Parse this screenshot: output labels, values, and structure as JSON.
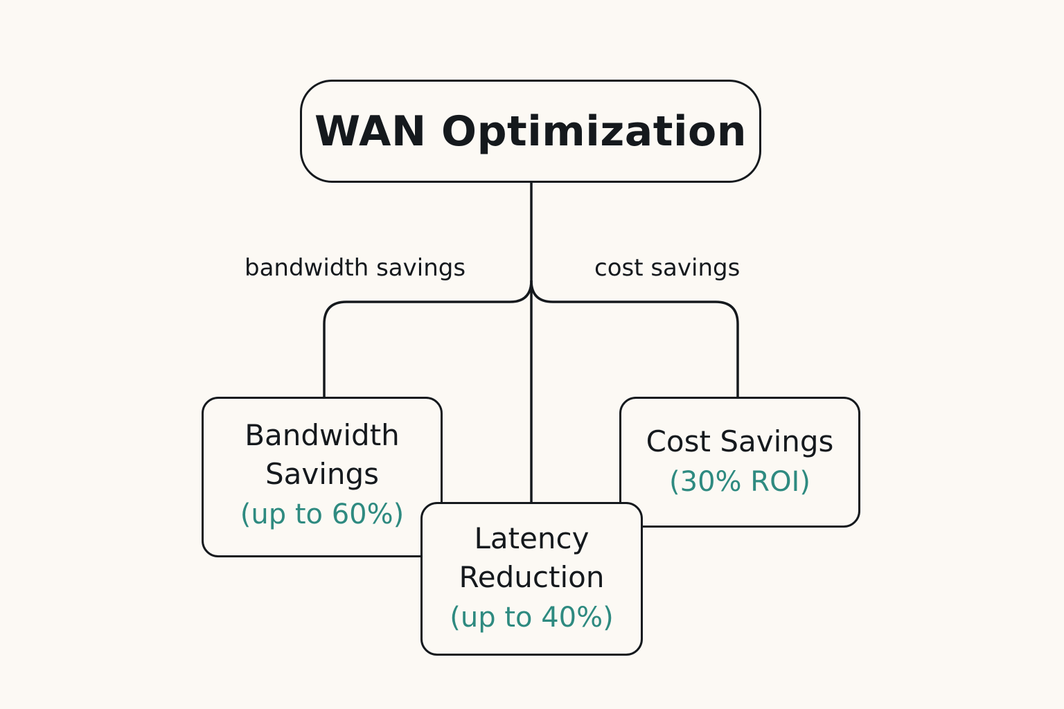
{
  "diagram": {
    "root": {
      "title": "WAN Optimization"
    },
    "edge_labels": {
      "bandwidth": "bandwidth savings",
      "cost": "cost savings"
    },
    "nodes": {
      "bandwidth": {
        "name_line1": "Bandwidth",
        "name_line2": "Savings",
        "metric": "(up to 60%)"
      },
      "latency": {
        "name_line1": "Latency",
        "name_line2": "Reduction",
        "metric": "(up to 40%)"
      },
      "cost": {
        "name_line1": "Cost Savings",
        "metric": "(30% ROI)"
      }
    },
    "colors": {
      "line": "#15191d",
      "text": "#15191d",
      "accent": "#2e8a80",
      "background": "#fcf9f4"
    }
  }
}
